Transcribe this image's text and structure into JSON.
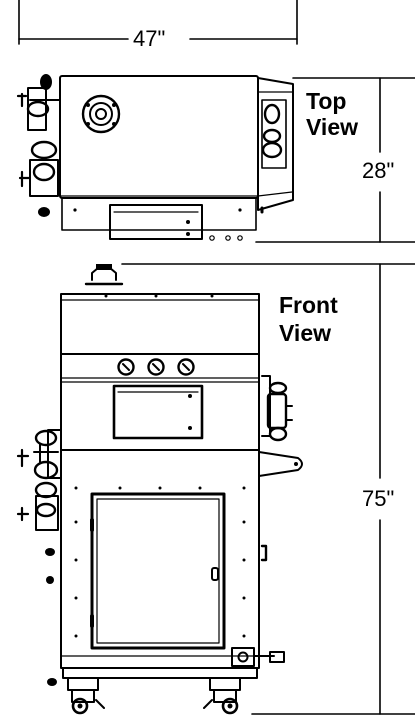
{
  "dimensions": {
    "width_label": "47\"",
    "depth_label": "28\"",
    "height_label": "75\""
  },
  "views": {
    "top_line1": "Top",
    "top_line2": "View",
    "front_line1": "Front",
    "front_line2": "View"
  },
  "colors": {
    "ink": "#000000",
    "paper": "#ffffff",
    "shade": "#444444"
  }
}
